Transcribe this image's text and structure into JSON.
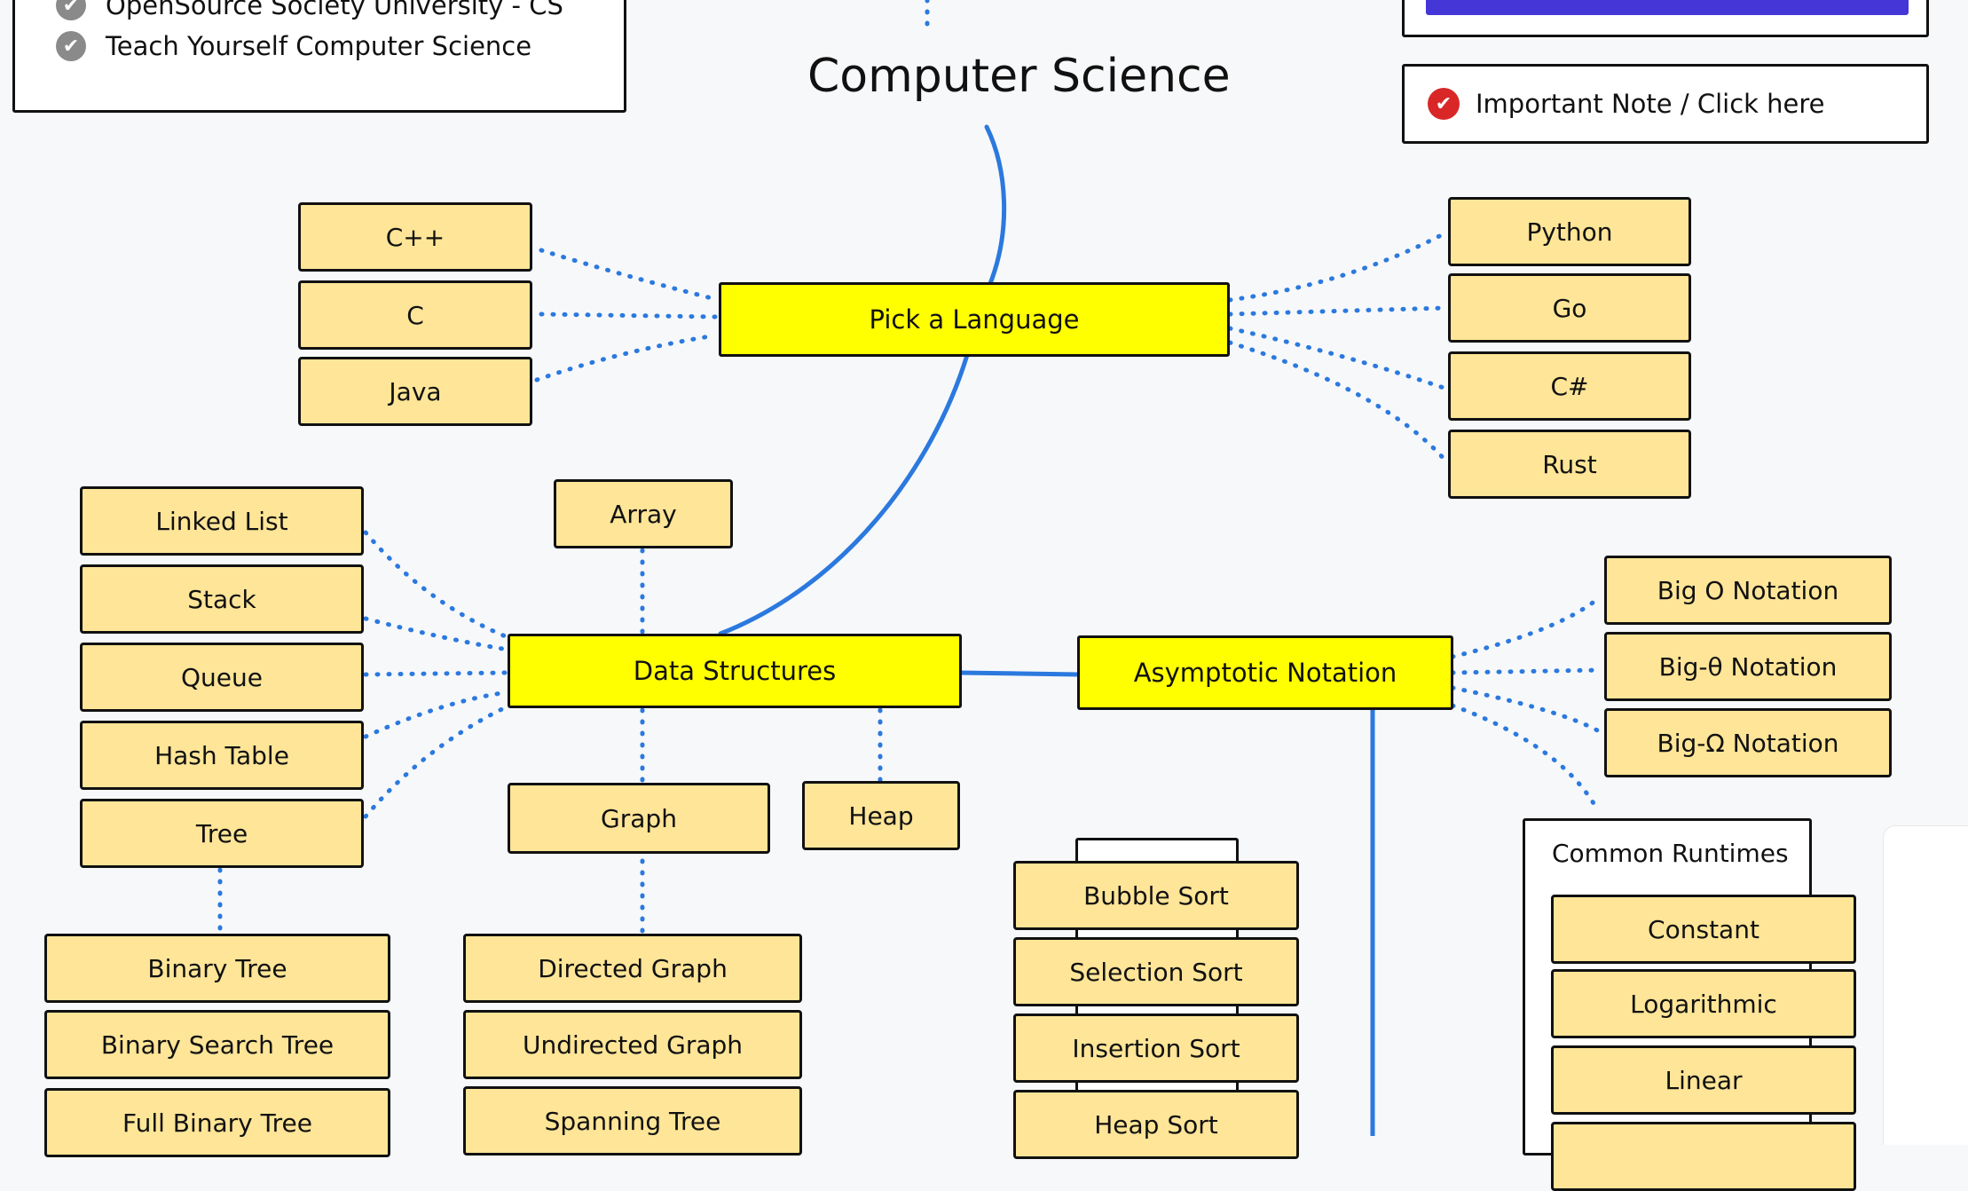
{
  "colors": {
    "background": "#f7f8fa",
    "topic_fill": "#ffff00",
    "subtopic_fill": "#fee597",
    "connector_blue": "#2b79de",
    "accent_button": "#4536d8",
    "check_red": "#d92727"
  },
  "title": "Computer Science",
  "resources": {
    "items": [
      {
        "label": "OpenSource Society University - CS",
        "icon": "check-circle-icon"
      },
      {
        "label": "Teach Yourself Computer Science",
        "icon": "check-circle-icon"
      }
    ]
  },
  "important_note": {
    "label": "Important Note / Click here",
    "icon": "check-circle-icon"
  },
  "topics": {
    "language": "Pick a Language",
    "data_structures": "Data Structures",
    "asymptotic": "Asymptotic Notation"
  },
  "languages_left": [
    "C++",
    "C",
    "Java"
  ],
  "languages_right": [
    "Python",
    "Go",
    "C#",
    "Rust"
  ],
  "ds_left": [
    "Linked List",
    "Stack",
    "Queue",
    "Hash Table",
    "Tree"
  ],
  "ds_other": {
    "array": "Array",
    "graph": "Graph",
    "heap": "Heap"
  },
  "trees": [
    "Binary Tree",
    "Binary Search Tree",
    "Full Binary Tree"
  ],
  "graphs": [
    "Directed Graph",
    "Undirected Graph",
    "Spanning Tree"
  ],
  "notations": [
    "Big O Notation",
    "Big-θ Notation",
    "Big-Ω Notation"
  ],
  "sorts": [
    "Bubble Sort",
    "Selection Sort",
    "Insertion Sort",
    "Heap Sort"
  ],
  "runtimes": {
    "label": "Common Runtimes",
    "items": [
      "Constant",
      "Logarithmic",
      "Linear"
    ]
  }
}
